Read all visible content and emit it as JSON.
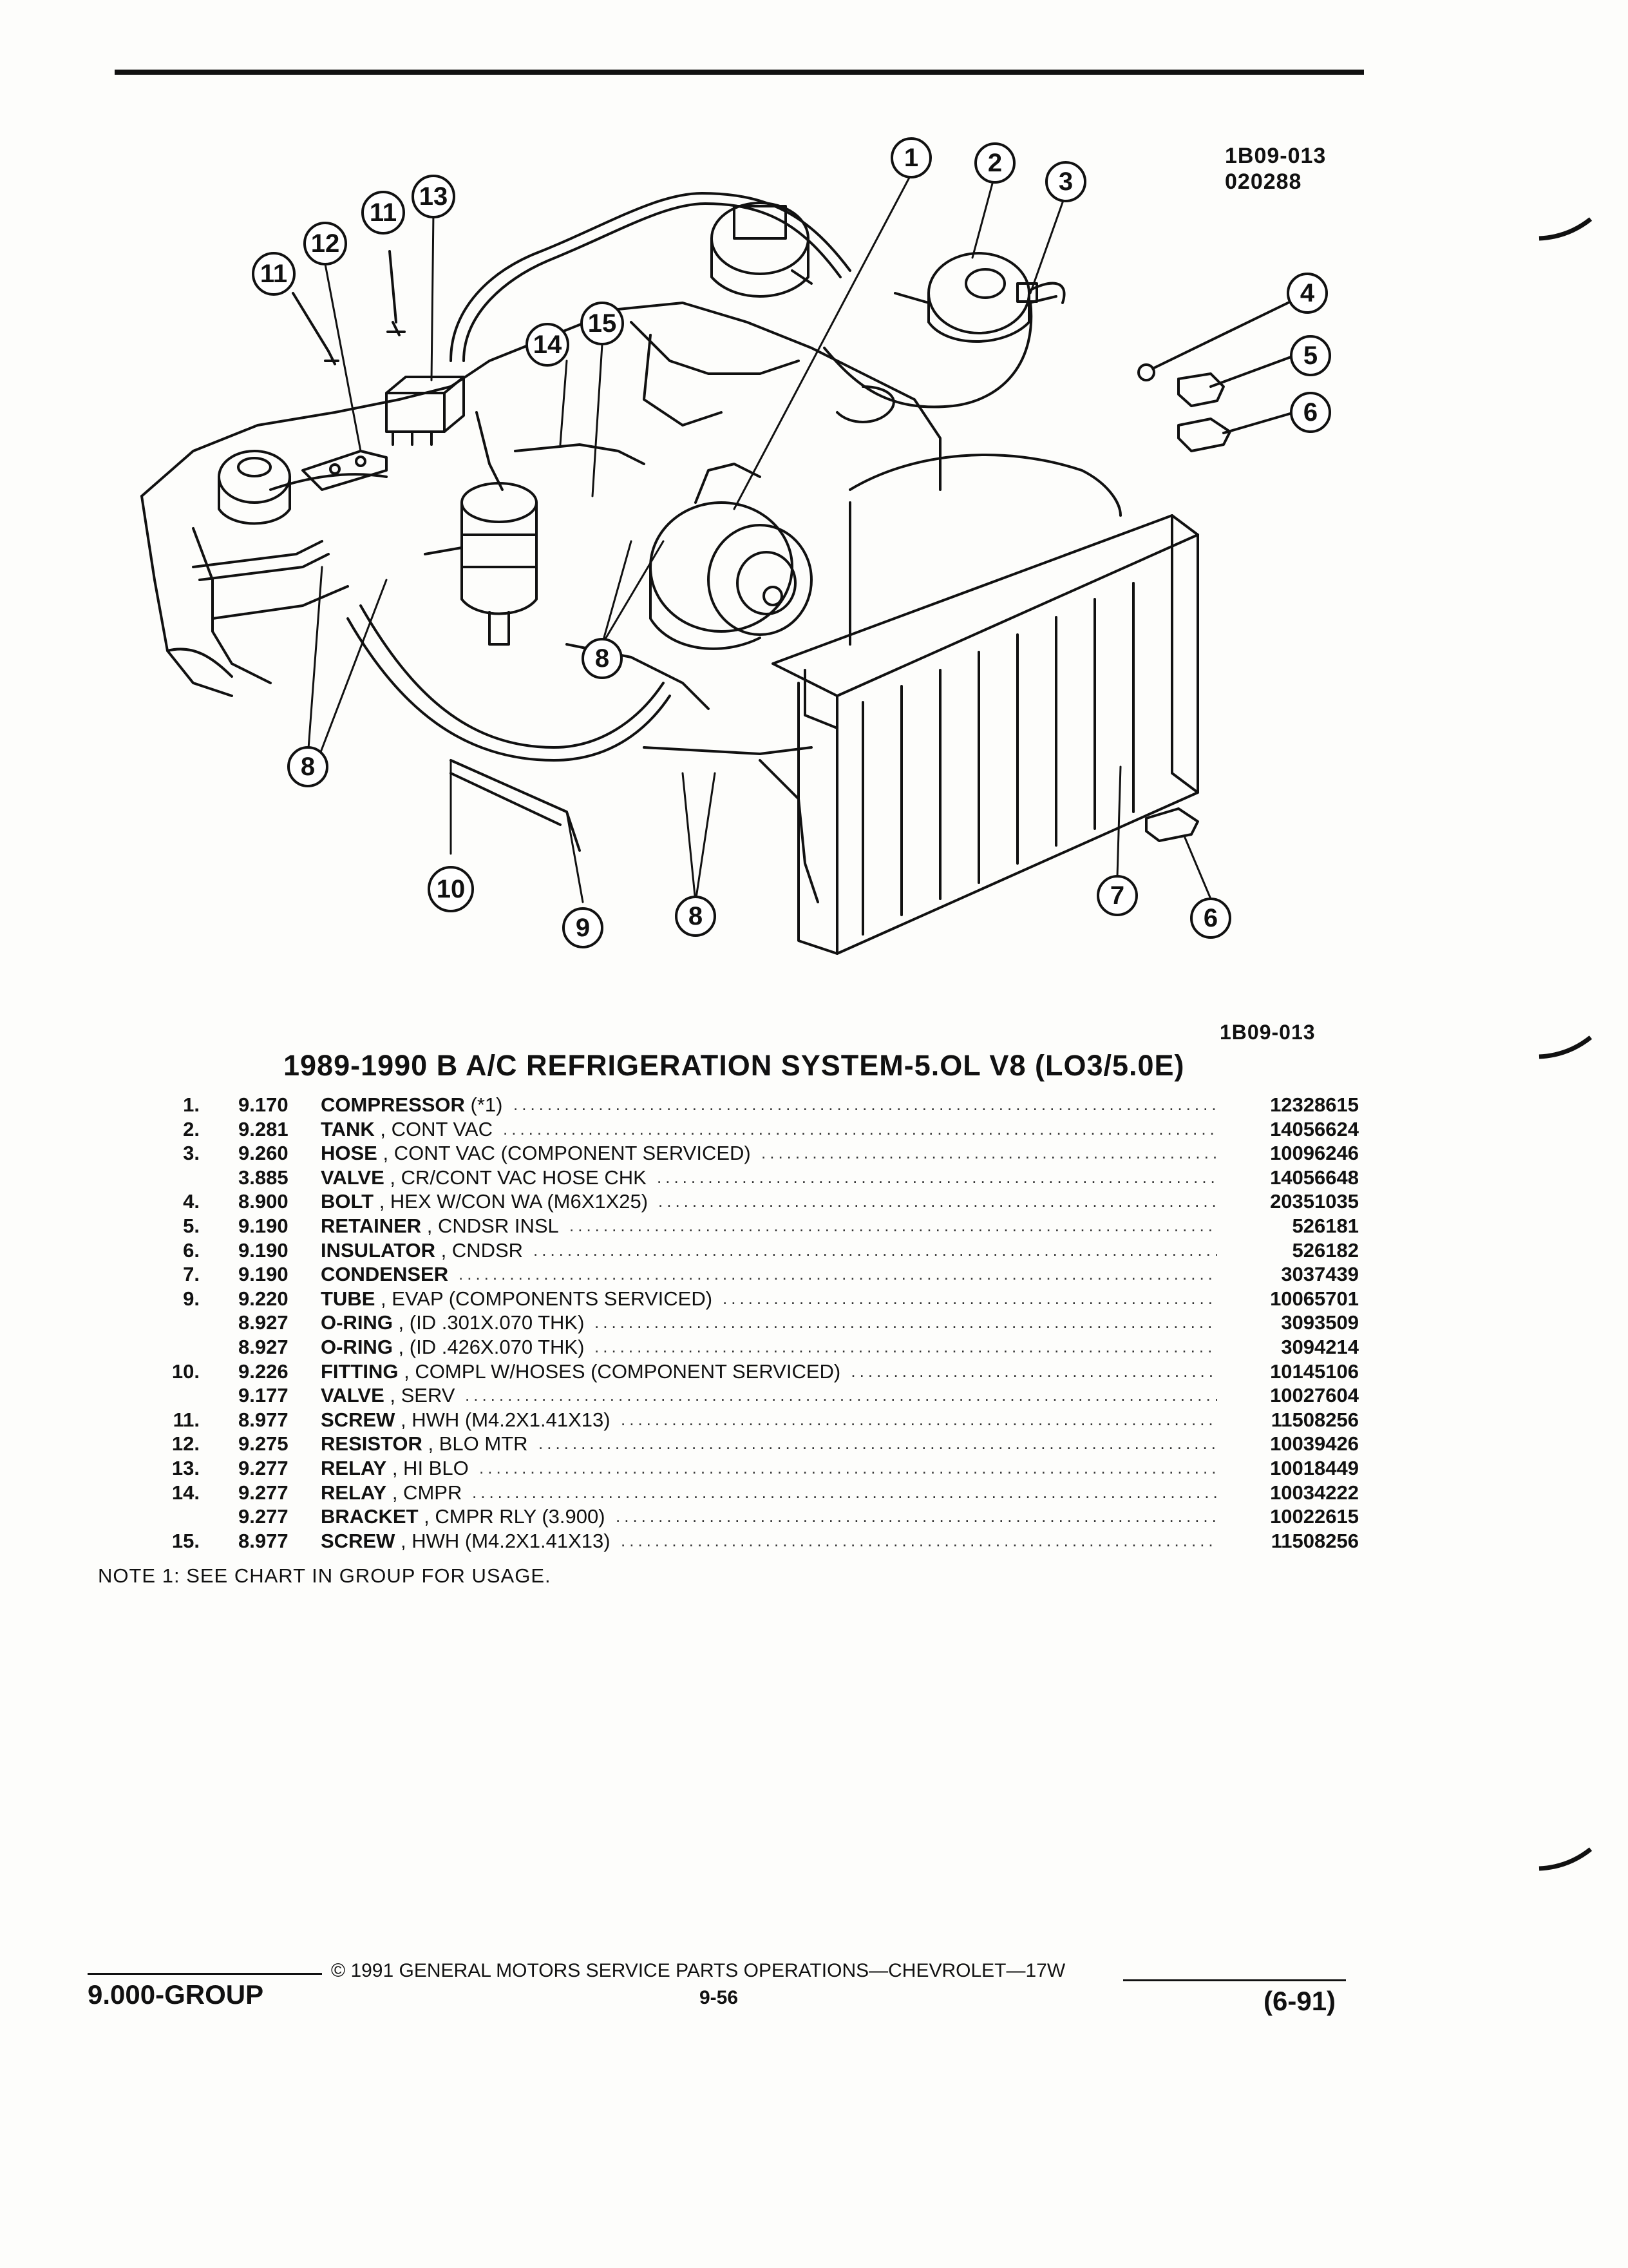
{
  "figure": {
    "id_top": "1B09-013",
    "date_code": "020288",
    "id_bottom": "1B09-013",
    "callouts": [
      "1",
      "2",
      "3",
      "4",
      "5",
      "6",
      "7",
      "8",
      "9",
      "10",
      "11",
      "12",
      "13",
      "14",
      "15"
    ]
  },
  "title": "1989-1990 B A/C REFRIGERATION SYSTEM-5.OL V8 (LO3/5.0E)",
  "parts": [
    {
      "ref": "1.",
      "group": "9.170",
      "name": "COMPRESSOR",
      "rest": " (*1)",
      "pn": "12328615"
    },
    {
      "ref": "2.",
      "group": "9.281",
      "name": "TANK",
      "rest": " , CONT VAC",
      "pn": "14056624"
    },
    {
      "ref": "3.",
      "group": "9.260",
      "name": "HOSE",
      "rest": " , CONT VAC (COMPONENT SERVICED)",
      "pn": "10096246"
    },
    {
      "ref": "",
      "group": "3.885",
      "name": "VALVE",
      "rest": " , CR/CONT VAC HOSE CHK",
      "pn": "14056648"
    },
    {
      "ref": "4.",
      "group": "8.900",
      "name": "BOLT",
      "rest": " , HEX W/CON WA (M6X1X25)",
      "pn": "20351035"
    },
    {
      "ref": "5.",
      "group": "9.190",
      "name": "RETAINER",
      "rest": " , CNDSR INSL",
      "pn": "526181"
    },
    {
      "ref": "6.",
      "group": "9.190",
      "name": "INSULATOR",
      "rest": " , CNDSR",
      "pn": "526182"
    },
    {
      "ref": "7.",
      "group": "9.190",
      "name": "CONDENSER",
      "rest": "",
      "pn": "3037439"
    },
    {
      "ref": "9.",
      "group": "9.220",
      "name": "TUBE",
      "rest": " , EVAP (COMPONENTS SERVICED)",
      "pn": "10065701"
    },
    {
      "ref": "",
      "group": "8.927",
      "name": "O-RING",
      "rest": " , (ID .301X.070 THK)",
      "pn": "3093509"
    },
    {
      "ref": "",
      "group": "8.927",
      "name": "O-RING",
      "rest": " , (ID .426X.070 THK)",
      "pn": "3094214"
    },
    {
      "ref": "10.",
      "group": "9.226",
      "name": "FITTING",
      "rest": " , COMPL W/HOSES (COMPONENT SERVICED)",
      "pn": "10145106"
    },
    {
      "ref": "",
      "group": "9.177",
      "name": "VALVE",
      "rest": " , SERV",
      "pn": "10027604"
    },
    {
      "ref": "11.",
      "group": "8.977",
      "name": "SCREW",
      "rest": " , HWH (M4.2X1.41X13)",
      "pn": "11508256"
    },
    {
      "ref": "12.",
      "group": "9.275",
      "name": "RESISTOR",
      "rest": " , BLO MTR",
      "pn": "10039426"
    },
    {
      "ref": "13.",
      "group": "9.277",
      "name": "RELAY",
      "rest": " , HI BLO",
      "pn": "10018449"
    },
    {
      "ref": "14.",
      "group": "9.277",
      "name": "RELAY",
      "rest": " , CMPR",
      "pn": "10034222"
    },
    {
      "ref": "",
      "group": "9.277",
      "name": "BRACKET",
      "rest": " , CMPR RLY (3.900)",
      "pn": "10022615"
    },
    {
      "ref": "15.",
      "group": "8.977",
      "name": "SCREW",
      "rest": " , HWH (M4.2X1.41X13)",
      "pn": "11508256"
    }
  ],
  "note": "NOTE  1:  SEE CHART IN GROUP FOR USAGE.",
  "footer": {
    "copyright": "© 1991 GENERAL MOTORS SERVICE PARTS OPERATIONS—CHEVROLET—17W",
    "group": "9.000-GROUP",
    "page": "9-56",
    "date": "(6-91)"
  }
}
